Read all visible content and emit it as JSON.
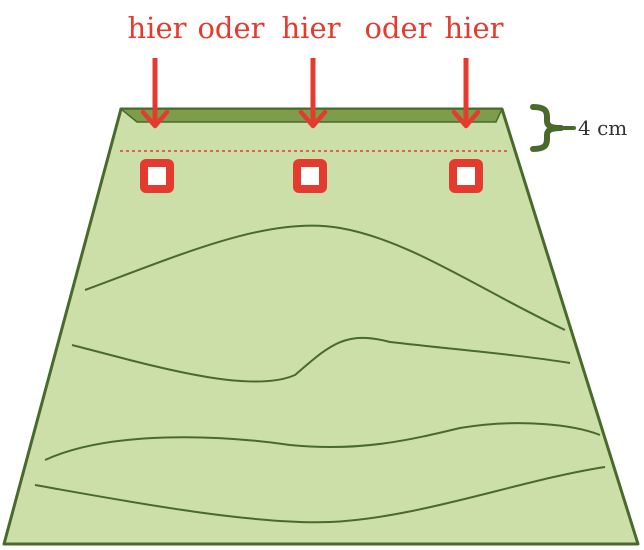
{
  "labels": {
    "hier_1": "hier",
    "oder_1": "oder",
    "hier_2": "hier",
    "oder_2": "oder",
    "hier_3": "hier"
  },
  "measurement": {
    "text": "4 cm"
  },
  "colors": {
    "accent_red": "#e53b2f",
    "fabric_fill": "#cddfa8",
    "fabric_outline": "#4a6a2c",
    "hem_band": "#7d9d4a",
    "bracket": "#4a6a2c"
  }
}
